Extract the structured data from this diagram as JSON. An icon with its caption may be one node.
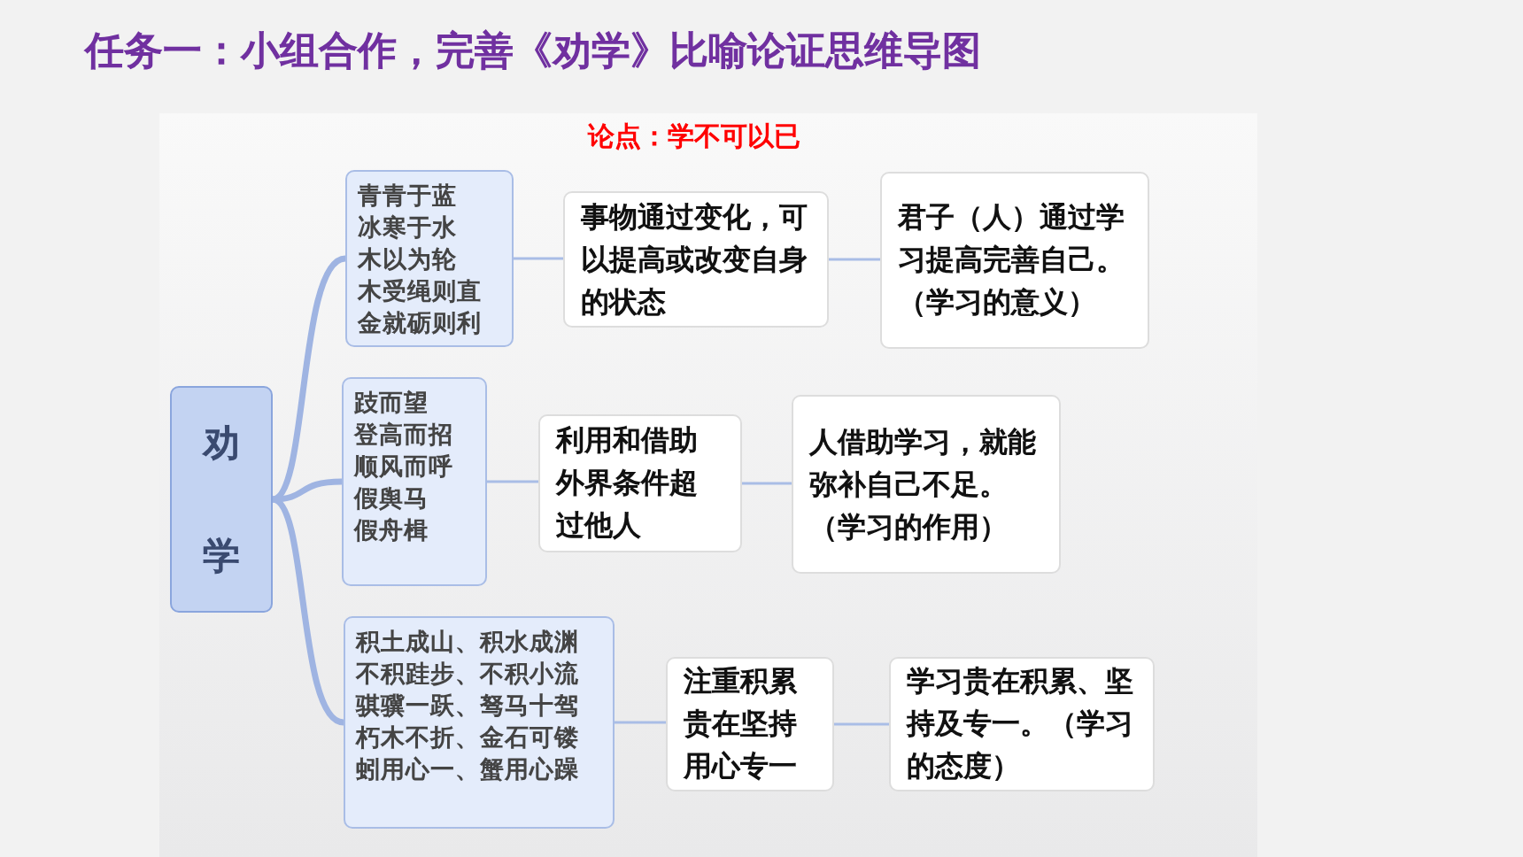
{
  "diagram": {
    "title": "任务一：小组合作，完善《劝学》比喻论证思维导图",
    "nodes": [
      {
        "text": [
          "劝学"
        ]
      },
      {
        "text": [
          "青青于蓝",
          "冰寒于水",
          "木以为轮",
          "木受绳则直",
          "金就砺则利"
        ]
      },
      {
        "text": [
          "事物通过变化，可以提高或改变自身的状态"
        ]
      },
      {
        "text": [
          "君子（人）通过学习提高完善自己。（学习的意义）"
        ]
      },
      {
        "text": [
          "跂而望",
          "登高而招",
          "顺风而呼",
          "假舆马",
          "假舟楫"
        ]
      },
      {
        "text": [
          "利用和借助外界条件超过他人"
        ]
      },
      {
        "text": [
          "人借助学习，就能弥补自己不足。（学习的作用）"
        ]
      },
      {
        "text": [
          "积土成山、积水成渊",
          "不积跬步、不积小流",
          "骐骥一跃、驽马十驾",
          "朽木不折、金石可镂",
          "蚓用心一、蟹用心躁"
        ]
      },
      {
        "text": [
          "注重积累贵在坚持用心专一"
        ]
      },
      {
        "text": [
          "学习贵在积累、坚持及专一。（学习的态度）"
        ]
      }
    ],
    "edges": [
      {
        "from": 0,
        "to": 1,
        "arrow": "none",
        "style": "thick"
      },
      {
        "from": 0,
        "to": 4,
        "arrow": "none",
        "style": "thick"
      },
      {
        "from": 0,
        "to": 7,
        "arrow": "none",
        "style": "thick"
      },
      {
        "from": 1,
        "to": 2,
        "arrow": "none"
      },
      {
        "from": 2,
        "to": 3,
        "arrow": "none"
      },
      {
        "from": 4,
        "to": 5,
        "arrow": "none"
      },
      {
        "from": 5,
        "to": 6,
        "arrow": "none"
      },
      {
        "from": 7,
        "to": 8,
        "arrow": "none"
      },
      {
        "from": 8,
        "to": 9,
        "arrow": "none"
      }
    ],
    "labels": [
      "论点：学不可以已"
    ]
  }
}
